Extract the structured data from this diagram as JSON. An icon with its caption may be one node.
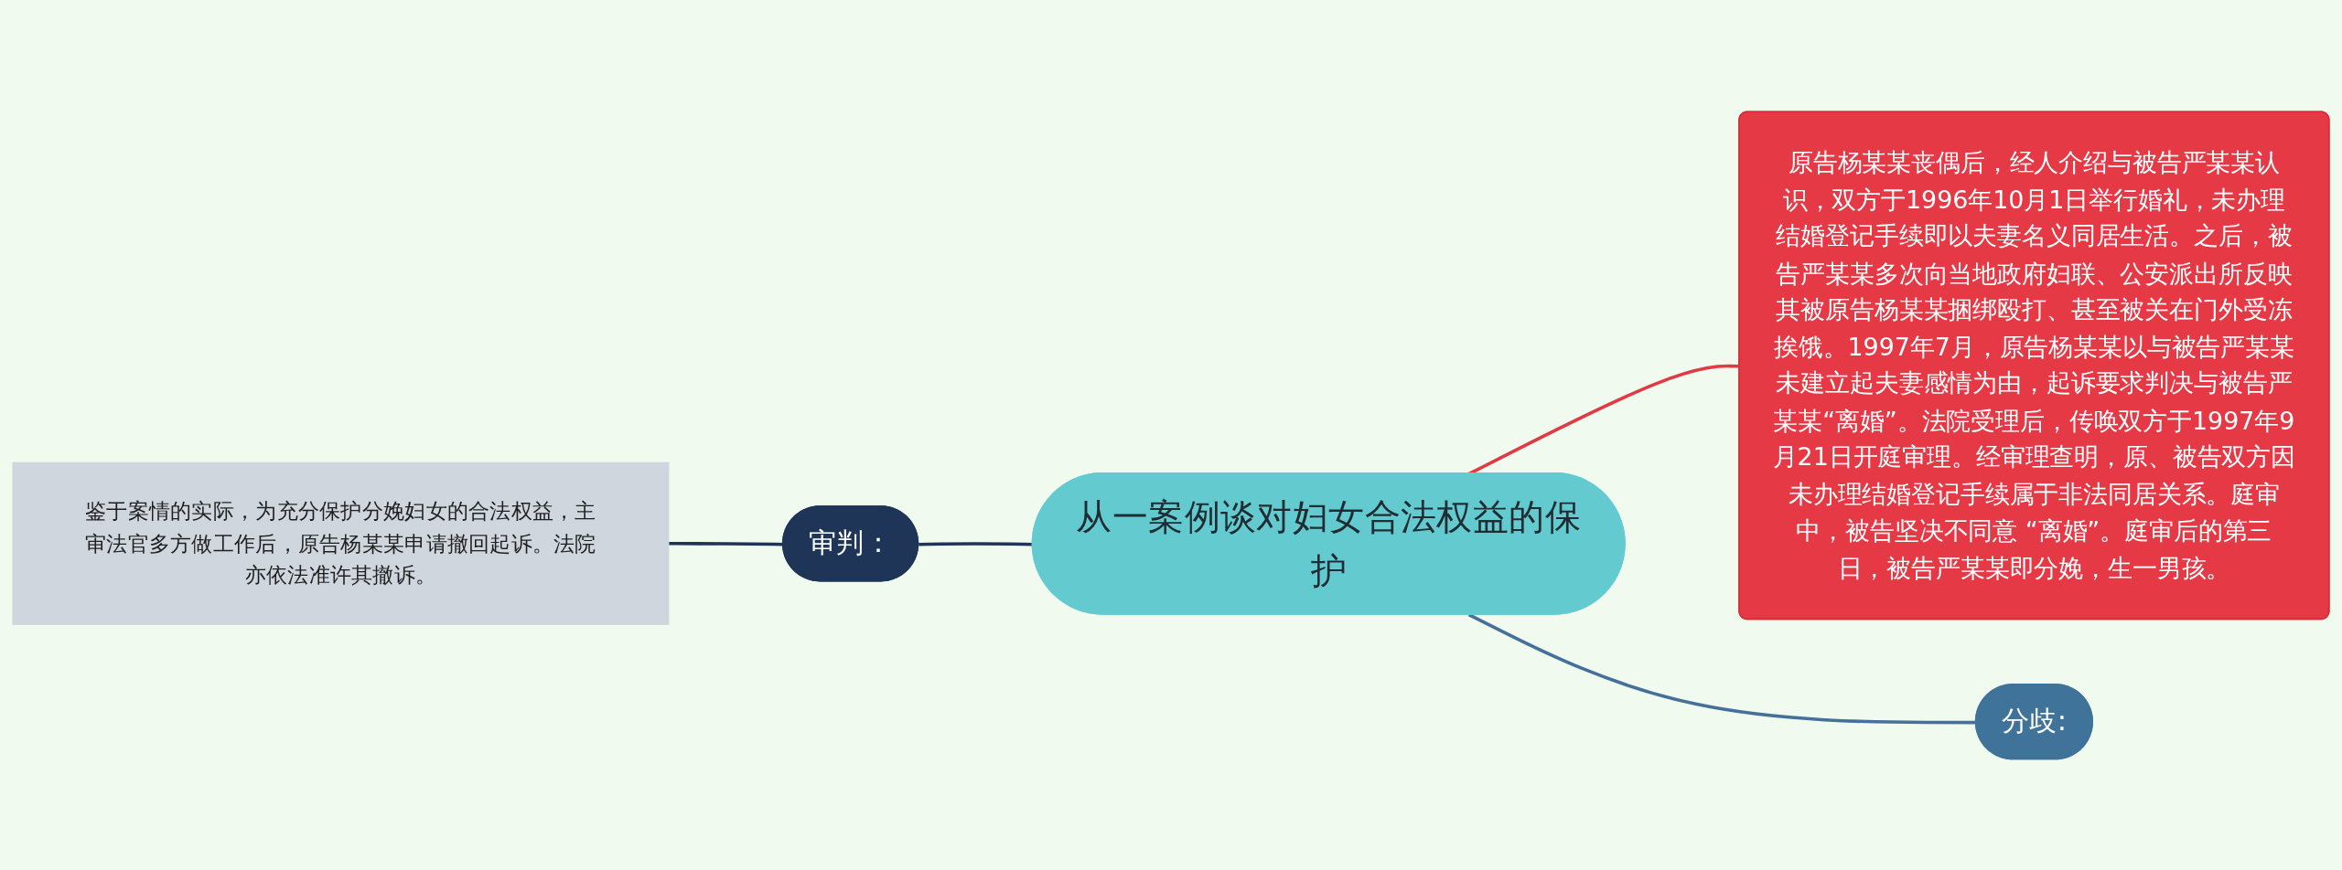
{
  "diagram": {
    "nodes": [
      {
        "text": [
          "从一案例谈对妇女合法权益的保护"
        ]
      },
      {
        "text": [
          "原告杨某某丧偶后，经人介绍与被告严某某认识，双方于1996年10月1日举行婚礼，未办理结婚登记手续即以夫妻名义同居生活。之后，被告严某某多次向当地政府妇联、公安派出所反映其被原告杨某某捆绑殴打、甚至被关在门外受冻挨饿。1997年7月，原告杨某某以与被告严某某未建立起夫妻感情为由，起诉要求判决与被告严某某“离婚”。法院受理后，传唤双方于1997年9月21日开庭审理。经审理查明，原、被告双方因未办理结婚登记手续属于非法同居关系。庭审中，被告坚决不同意 “离婚”。庭审后的第三日，被告严某某即分娩，生一男孩。"
        ]
      },
      {
        "text": [
          "审判："
        ]
      },
      {
        "text": [
          "鉴于案情的实际，为充分保护分娩妇女的合法权益，主审法官多方做工作后，原告杨某某申请撤回起诉。法院亦依法准许其撤诉。"
        ]
      },
      {
        "text": [
          "分歧:"
        ]
      }
    ],
    "edges": [
      {
        "from": 0,
        "to": 1,
        "arrow": "none",
        "color": "#e03a44"
      },
      {
        "from": 3,
        "to": 2,
        "arrow": "none"
      },
      {
        "from": 2,
        "to": 0,
        "arrow": "none"
      },
      {
        "from": 0,
        "to": 4,
        "arrow": "none",
        "color": "#44709a"
      }
    ]
  }
}
